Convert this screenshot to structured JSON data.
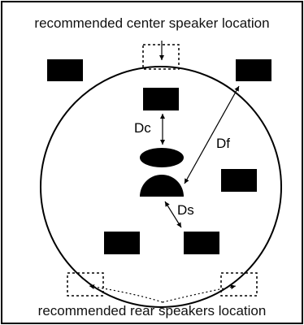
{
  "captions": {
    "top": "recommended center speaker location",
    "bottom": "recommended rear speakers location"
  },
  "labels": {
    "center_distance": "Dc",
    "front_distance": "Df",
    "side_distance": "Ds"
  },
  "colors": {
    "speaker": "#000000",
    "outline": "#000000",
    "background": "#ffffff"
  }
}
